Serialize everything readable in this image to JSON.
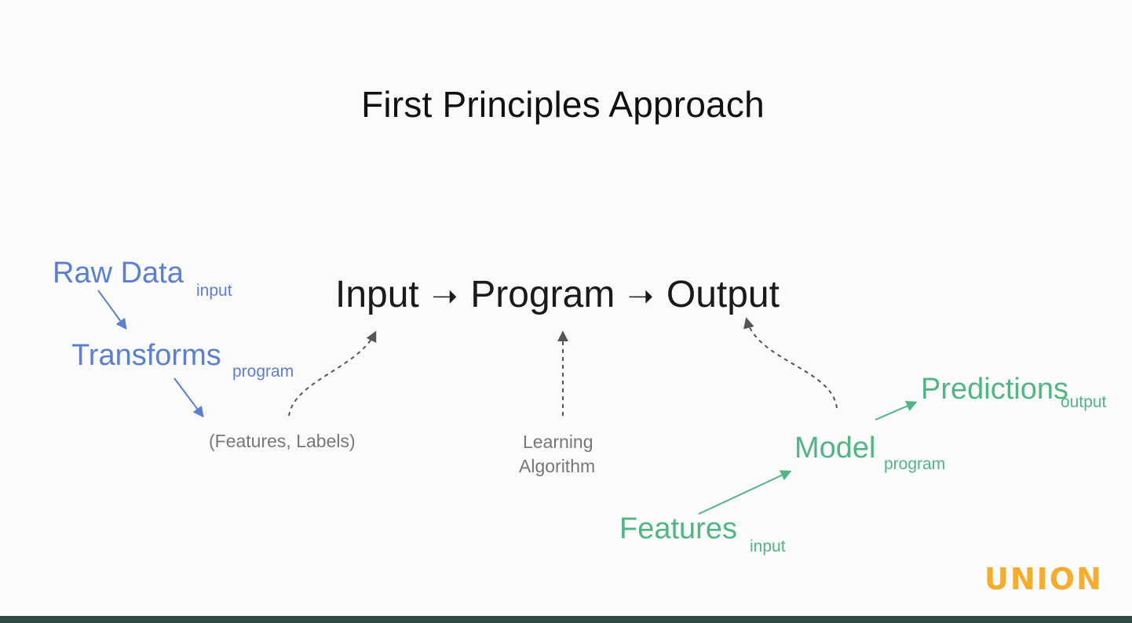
{
  "slide": {
    "title": "First Principles Approach"
  },
  "main_flow": {
    "input": "Input",
    "program": "Program",
    "output": "Output",
    "arrow_glyph": "➝"
  },
  "left_pipeline": {
    "raw_data": "Raw Data",
    "raw_data_sub": "input",
    "transforms": "Transforms",
    "transforms_sub": "program",
    "features_labels": "(Features, Labels)"
  },
  "center": {
    "learning_line1": "Learning",
    "learning_line2": "Algorithm"
  },
  "right_pipeline": {
    "features": "Features",
    "features_sub": "input",
    "model": "Model",
    "model_sub": "program",
    "predictions": "Predictions",
    "predictions_sub": "output"
  },
  "brand": {
    "logo": "UNION"
  },
  "colors": {
    "blue": "#5b7fd1",
    "green": "#52b583",
    "gray": "#777777",
    "logo": "#f4ad2f",
    "footer": "#2f4a45"
  }
}
